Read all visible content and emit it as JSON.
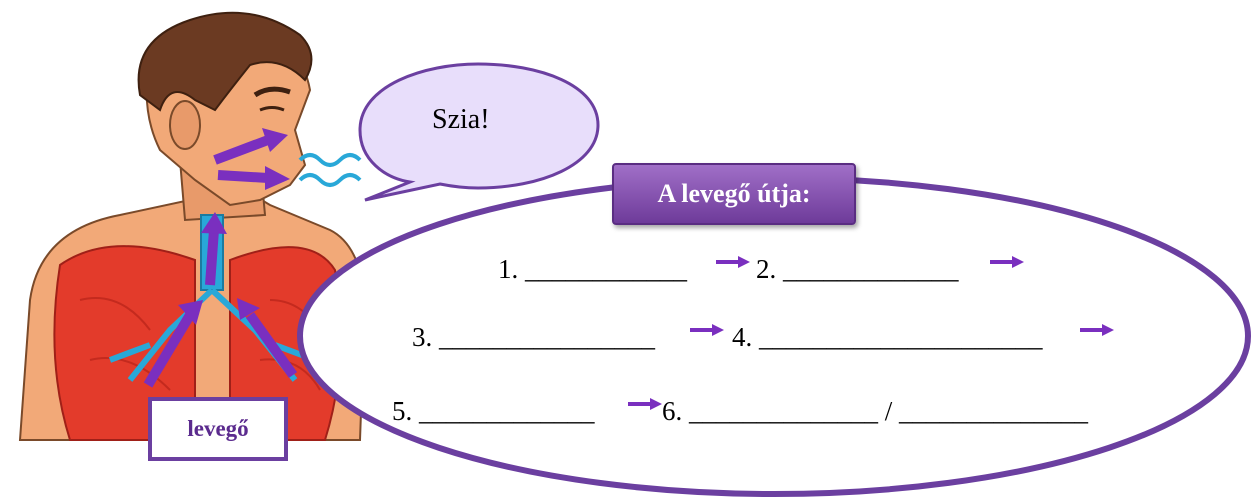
{
  "speech": "Szia!",
  "title": "A levegő útja:",
  "air_label": "levegő",
  "rows": [
    {
      "n1": "1.",
      "b1": "____________",
      "n2": "2.",
      "b2": "_____________"
    },
    {
      "n1": "3.",
      "b1": "________________",
      "n2": "4.",
      "b2": "_____________________"
    },
    {
      "n1": "5.",
      "b1": "_____________",
      "n2": "6.",
      "b2": "______________",
      "sep": "/",
      "b3": "______________"
    }
  ],
  "colors": {
    "accent": "#6b3fa0",
    "arrow": "#7a2fbf",
    "lung": "#e33b2b",
    "airway": "#29a8d8",
    "skin": "#f2a978",
    "hair": "#6b3a22"
  }
}
